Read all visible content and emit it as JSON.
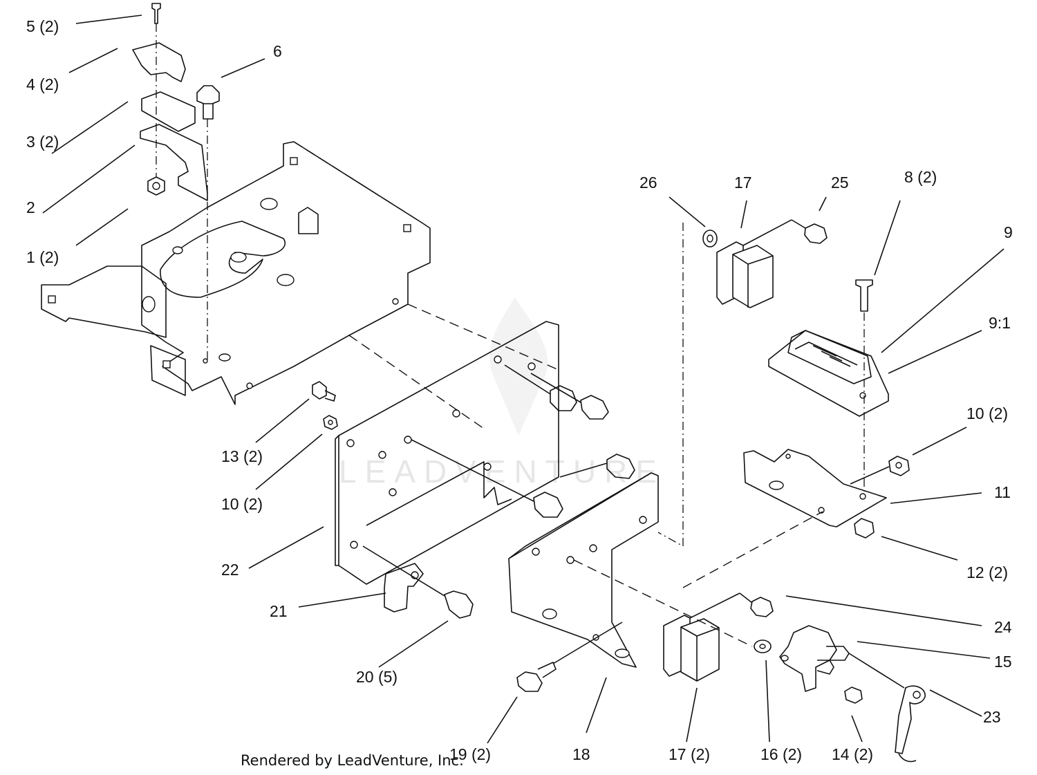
{
  "diagram": {
    "watermark": "LEADVENTURE",
    "credit": "Rendered by LeadVenture, Inc.",
    "callouts": [
      {
        "id": "c5",
        "text": "5 (2)"
      },
      {
        "id": "c4",
        "text": "4 (2)"
      },
      {
        "id": "c6",
        "text": "6"
      },
      {
        "id": "c3",
        "text": "3 (2)"
      },
      {
        "id": "c2",
        "text": "2"
      },
      {
        "id": "c1",
        "text": "1 (2)"
      },
      {
        "id": "c26",
        "text": "26"
      },
      {
        "id": "c17a",
        "text": "17"
      },
      {
        "id": "c25",
        "text": "25"
      },
      {
        "id": "c8",
        "text": "8 (2)"
      },
      {
        "id": "c9",
        "text": "9"
      },
      {
        "id": "c91",
        "text": "9:1"
      },
      {
        "id": "c10r",
        "text": "10 (2)"
      },
      {
        "id": "c11",
        "text": "11"
      },
      {
        "id": "c12",
        "text": "12 (2)"
      },
      {
        "id": "c13",
        "text": "13 (2)"
      },
      {
        "id": "c10l",
        "text": "10 (2)"
      },
      {
        "id": "c22",
        "text": "22"
      },
      {
        "id": "c21",
        "text": "21"
      },
      {
        "id": "c20",
        "text": "20 (5)"
      },
      {
        "id": "c24",
        "text": "24"
      },
      {
        "id": "c15",
        "text": "15"
      },
      {
        "id": "c23",
        "text": "23"
      },
      {
        "id": "c19",
        "text": "19 (2)"
      },
      {
        "id": "c18",
        "text": "18"
      },
      {
        "id": "c17b",
        "text": "17 (2)"
      },
      {
        "id": "c16",
        "text": "16 (2)"
      },
      {
        "id": "c14",
        "text": "14 (2)"
      }
    ]
  }
}
